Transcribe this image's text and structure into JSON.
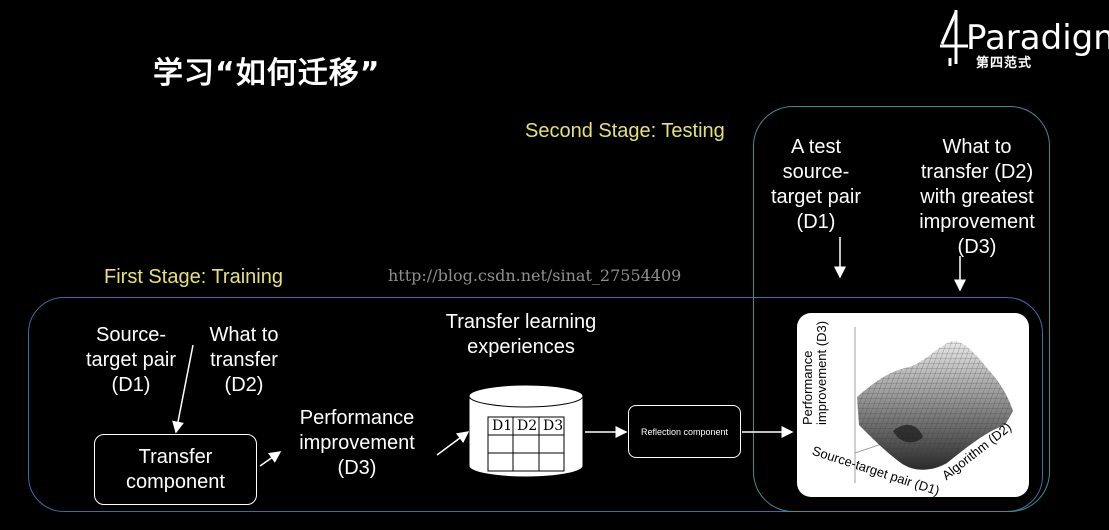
{
  "title": "学习“如何迁移”",
  "logo": {
    "main": "Paradigm",
    "sub": "第四范式"
  },
  "watermark": "http://blog.csdn.net/sinat_27554409",
  "stages": {
    "testing": "Second Stage: Testing",
    "training": "First Stage: Training"
  },
  "training": {
    "source_target": [
      "Source-",
      "target pair",
      "(D1)"
    ],
    "what_to_transfer": [
      "What to",
      "transfer",
      "(D2)"
    ],
    "transfer_component": [
      "Transfer",
      "component"
    ],
    "performance": [
      "Performance",
      "improvement",
      "(D3)"
    ],
    "experiences": [
      "Transfer learning",
      "experiences"
    ],
    "db_columns": [
      "D1",
      "D2",
      "D3"
    ],
    "reflection": "Reflection component"
  },
  "testing": {
    "test_pair": [
      "A test",
      "source-",
      "target pair",
      "(D1)"
    ],
    "what_greatest": [
      "What to",
      "transfer (D2)",
      "with greatest",
      "improvement",
      "(D3)"
    ]
  },
  "plot": {
    "y_axis": [
      "Performance",
      "improvement (D3)"
    ],
    "x_axis": "Source-target pair (D1)",
    "z_axis": "Algorithm (D2)"
  },
  "colors": {
    "stage_label": "#e6e07a",
    "training_border": "#3a6ea5",
    "testing_border": "#3f8f8f",
    "background": "#000000"
  }
}
